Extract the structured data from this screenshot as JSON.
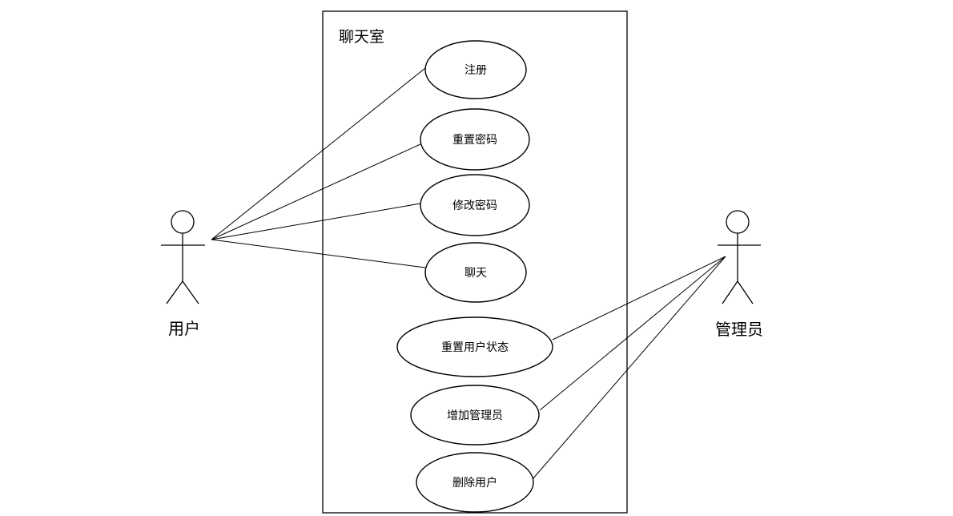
{
  "system": {
    "title": "聊天室"
  },
  "actors": {
    "user": {
      "label": "用户"
    },
    "admin": {
      "label": "管理员"
    }
  },
  "use_cases": {
    "register": "注册",
    "reset_password": "重置密码",
    "change_password": "修改密码",
    "chat": "聊天",
    "reset_user_status": "重置用户状态",
    "add_admin": "增加管理员",
    "delete_user": "删除用户"
  }
}
